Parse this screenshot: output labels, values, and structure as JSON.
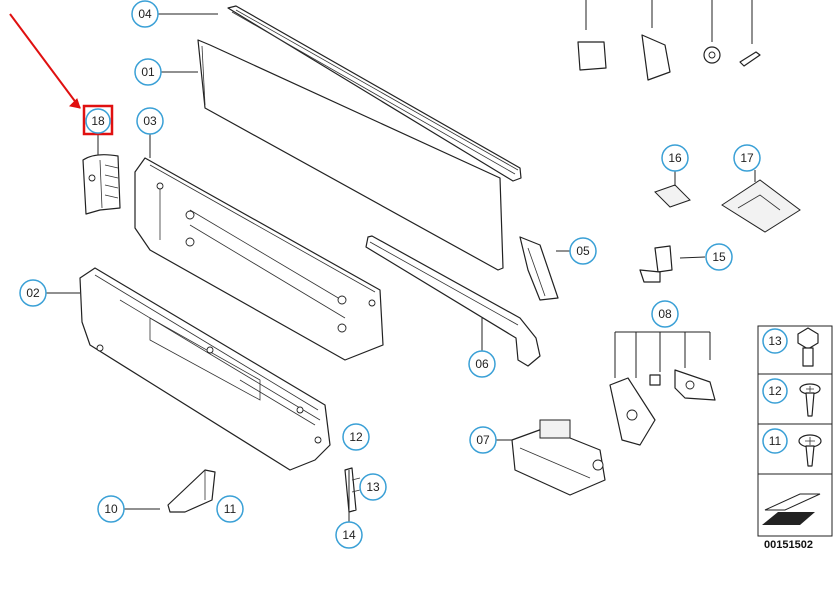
{
  "callouts": {
    "c01": "01",
    "c02": "02",
    "c03": "03",
    "c04": "04",
    "c05": "05",
    "c06": "06",
    "c07": "07",
    "c08": "08",
    "c10": "10",
    "c11a": "11",
    "c12a": "12",
    "c13a": "13",
    "c14": "14",
    "c15": "15",
    "c16": "16",
    "c17": "17",
    "c18": "18"
  },
  "sidebar": {
    "items": [
      {
        "label": "13",
        "icon": "hex-bolt-icon"
      },
      {
        "label": "12",
        "icon": "torx-screw-icon"
      },
      {
        "label": "11",
        "icon": "flange-screw-icon"
      }
    ]
  },
  "reference_code": "00151502",
  "highlight": {
    "color": "#e01010",
    "target": "18"
  },
  "colors": {
    "bubble_stroke": "#3aa0d6",
    "line_art": "#222222",
    "highlight": "#e01010"
  }
}
